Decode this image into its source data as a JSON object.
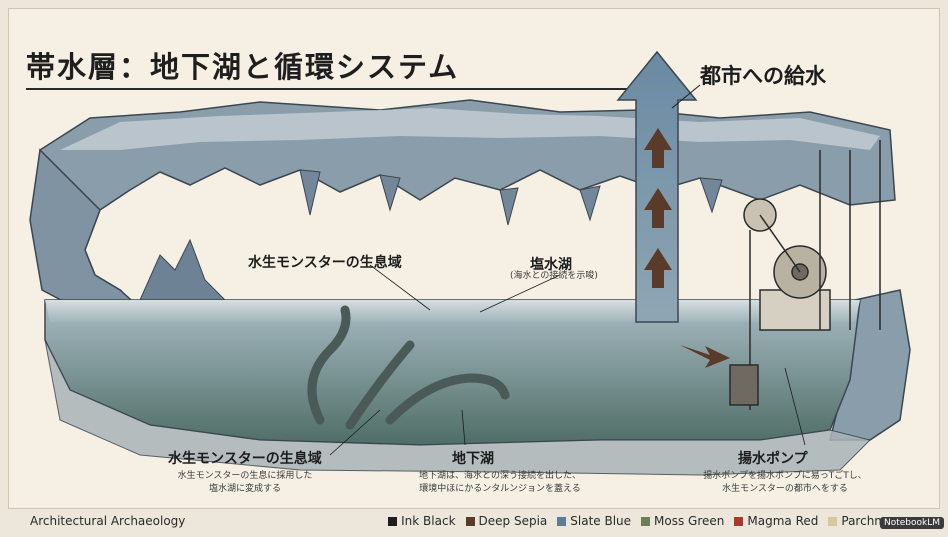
{
  "title": "帯水層：地下湖と循環システム",
  "labels": {
    "city_supply": "都市への給水",
    "monster_habitat_upper": "水生モンスターの生息域",
    "salt_lake": "塩水湖",
    "salt_lake_note": "(海水との接続を示唆)",
    "monster_habitat_lower": "水生モンスターの生息域",
    "monster_note_line1": "水生モンスターの生息に採用した",
    "monster_note_line2": "塩水湖に変成する",
    "underground_lake": "地下湖",
    "underground_note_line1": "地下湖は、海水との深う接続を出した、",
    "underground_note_line2": "環境中ほにかるンタルンジョンを蓋える",
    "pump": "揚水ポンプ",
    "pump_note_line1": "揚水ポンプを揚水ポンプに易っTごTし、",
    "pump_note_line2": "水生モンスターの都市へをする"
  },
  "footer": {
    "source": "Architectural Archaeology",
    "brand": "NotebookLM",
    "legend": [
      {
        "name": "Ink Black",
        "color": "#1e1e1e"
      },
      {
        "name": "Deep Sepia",
        "color": "#5a3a28"
      },
      {
        "name": "Slate Blue",
        "color": "#5d7c95"
      },
      {
        "name": "Moss Green",
        "color": "#6b7f58"
      },
      {
        "name": "Magma Red",
        "color": "#a63b2c"
      },
      {
        "name": "Parchm",
        "color": "#d9c79d"
      }
    ]
  },
  "colors": {
    "rock": "#7f93a2",
    "rock_light": "#b7c2c9",
    "water_surface": "#a9bcc4",
    "water_deep": "#5f7e78",
    "arrow": "#5d7c95",
    "sepia": "#5a3a28"
  }
}
